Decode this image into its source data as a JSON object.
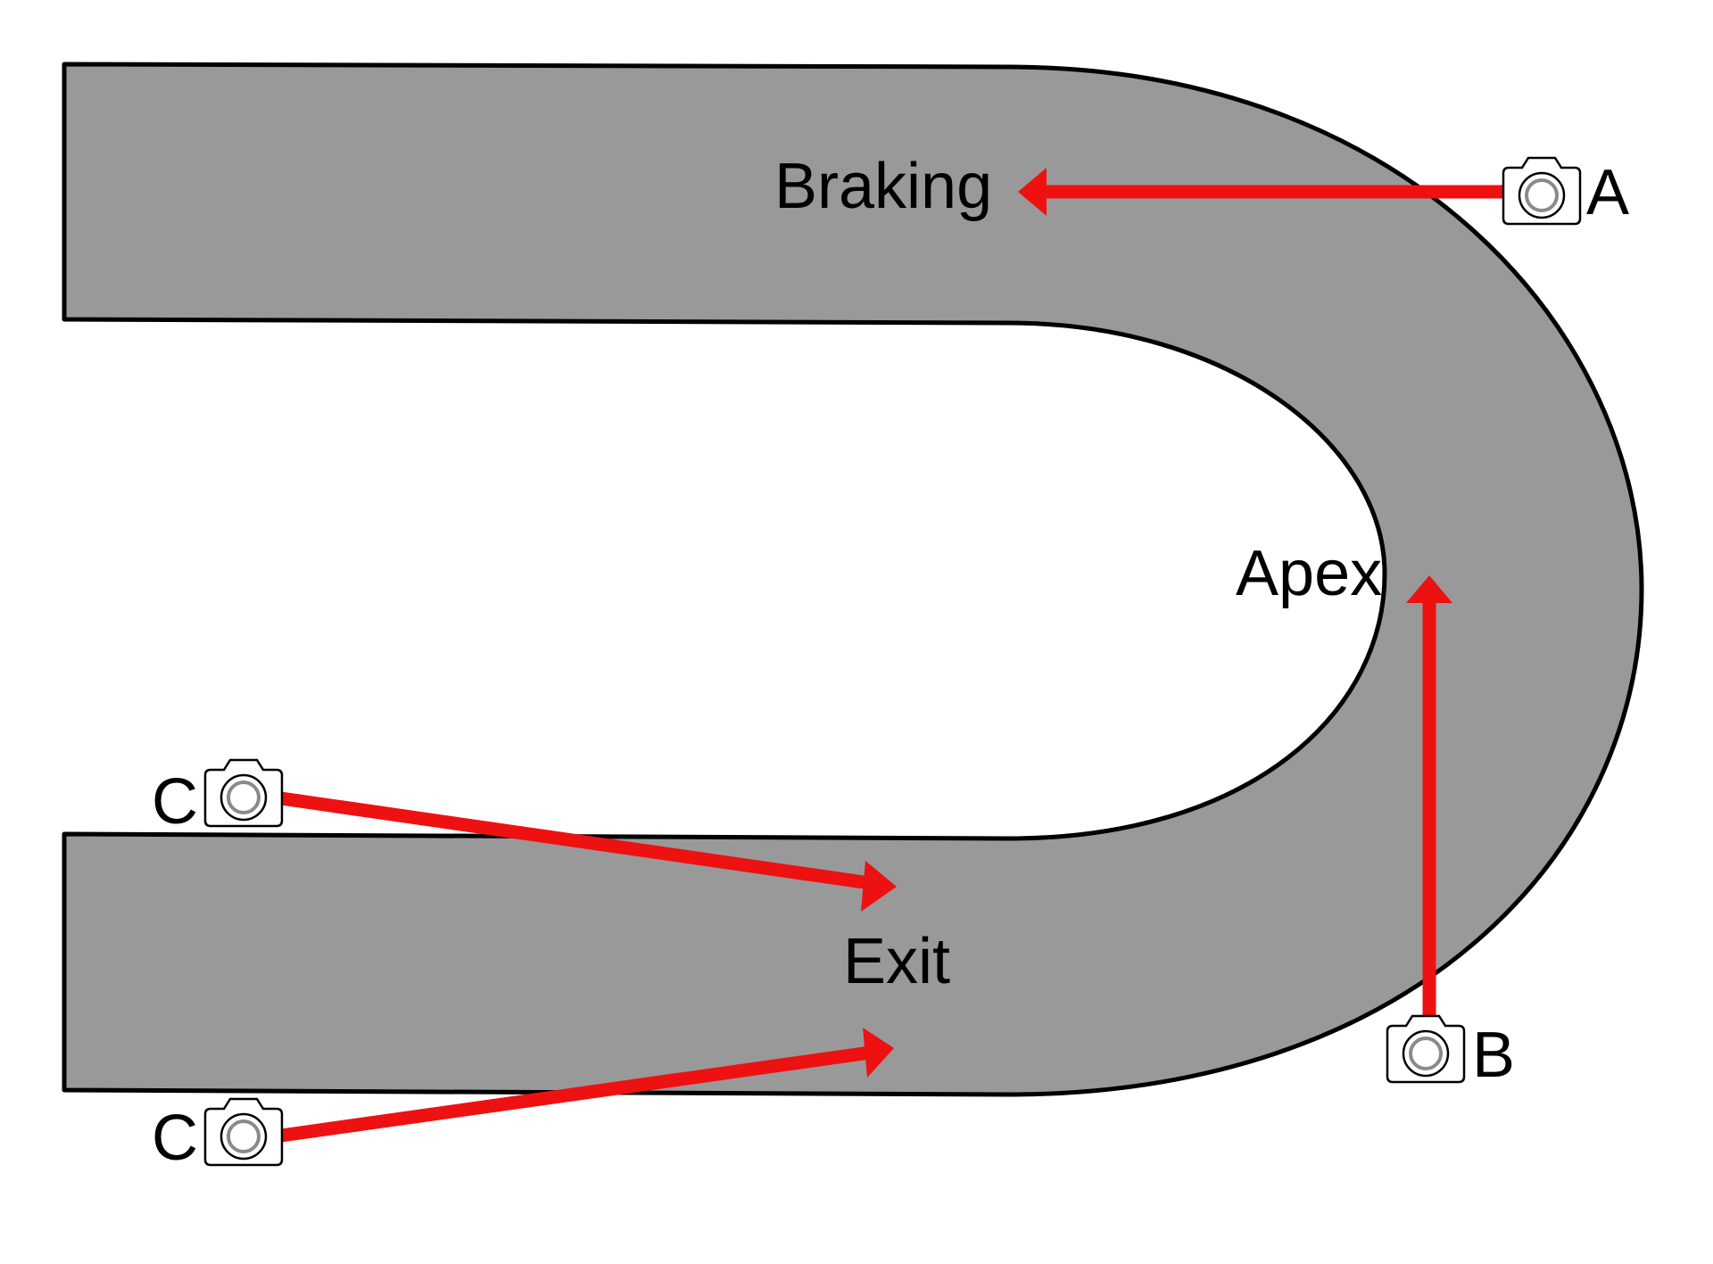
{
  "labels": {
    "braking": "Braking",
    "apex": "Apex",
    "exit": "Exit"
  },
  "cameras": {
    "a": "A",
    "b": "B",
    "c_top": "C",
    "c_bottom": "C"
  },
  "colors": {
    "track": "#999999",
    "track_outline": "#000000",
    "arrow": "#ee1111",
    "background": "#ffffff"
  },
  "icons": {
    "camera": "camera-icon"
  }
}
